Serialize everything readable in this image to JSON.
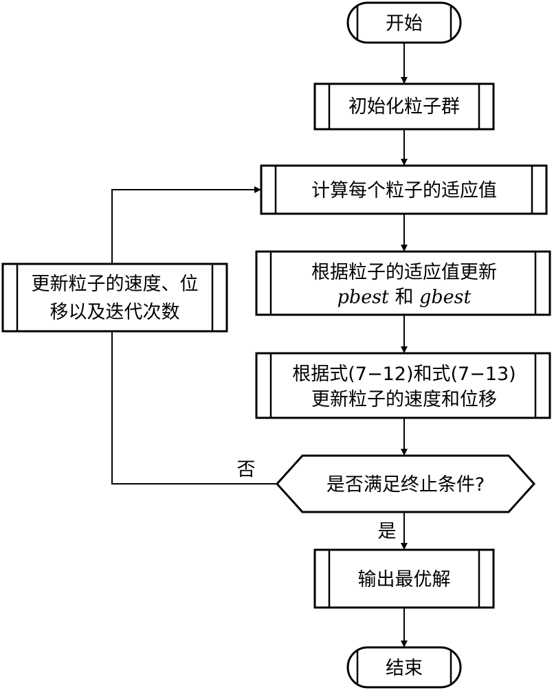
{
  "nodes": {
    "start": "开始",
    "init": "初始化粒子群",
    "fitness": "计算每个粒子的适应值",
    "update_best_line1": "根据粒子的适应值更新",
    "update_best_pbest": "pbest",
    "update_best_and": " 和 ",
    "update_best_gbest": "gbest",
    "update_vel_line1": "根据式(7−12)和式(7−13)",
    "update_vel_line2": "更新粒子的速度和位移",
    "decision": "是否满足终止条件?",
    "loop_line1": "更新粒子的速度、位",
    "loop_line2": "移以及迭代次数",
    "output": "输出最优解",
    "end": "结束"
  },
  "labels": {
    "no": "否",
    "yes": "是"
  }
}
